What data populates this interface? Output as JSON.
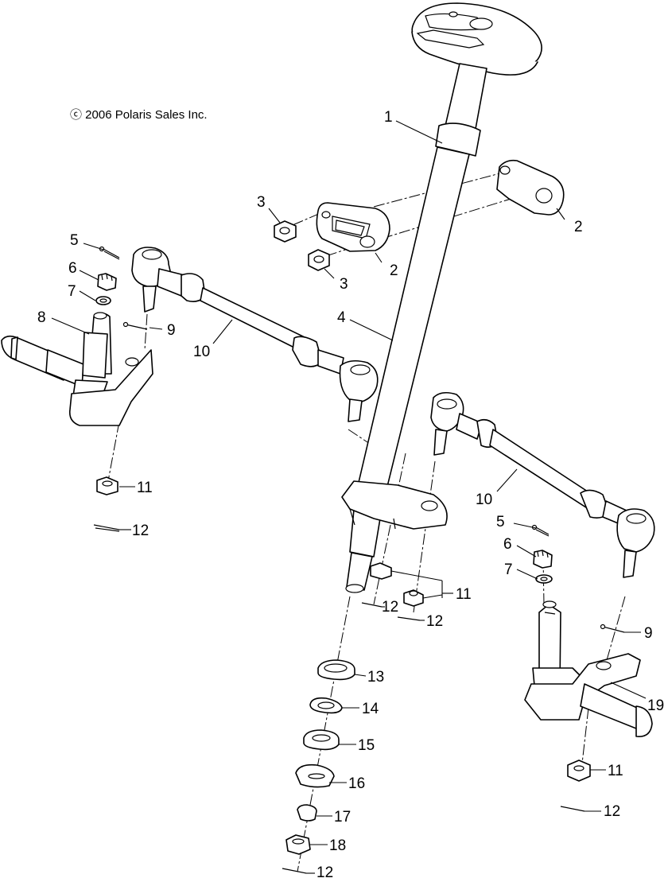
{
  "copyright": "ⓒ 2006 Polaris Sales Inc.",
  "callouts": {
    "c1": "1",
    "c2a": "2",
    "c2b": "2",
    "c3a": "3",
    "c3b": "3",
    "c4": "4",
    "c5a": "5",
    "c5b": "5",
    "c6a": "6",
    "c6b": "6",
    "c7a": "7",
    "c7b": "7",
    "c8": "8",
    "c9a": "9",
    "c9b": "9",
    "c10a": "10",
    "c10b": "10",
    "c11a": "11",
    "c11b": "11",
    "c11c": "11",
    "c12a": "12",
    "c12b": "12",
    "c12c": "12",
    "c12d": "12",
    "c12e": "12",
    "c13": "13",
    "c14": "14",
    "c15": "15",
    "c16": "16",
    "c17": "17",
    "c18": "18",
    "c19": "19"
  }
}
